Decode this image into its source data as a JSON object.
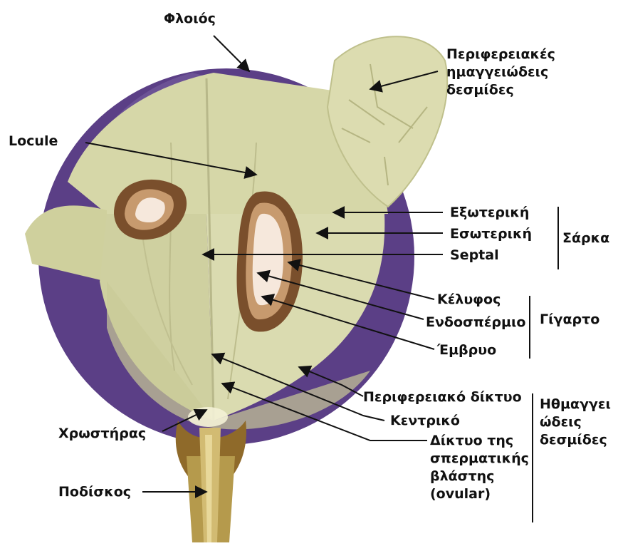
{
  "diagram": {
    "colors": {
      "skin": "#5b3f86",
      "flesh": "#d8d8a8",
      "seed_coat": "#7a4f2c",
      "endosperm": "#f6e8dc",
      "stem": "#b59a4c",
      "line": "#111111"
    },
    "labels": {
      "skin": "Φλοιός",
      "peripheral_bundles": [
        "Περιφερειακές",
        "ημαγγειώδεις",
        "δεσμίδες"
      ],
      "locule": "Locule",
      "outer": "Εξωτερική",
      "inner": "Εσωτερική",
      "septal": "Septal",
      "flesh_group": "Σάρκα",
      "seed_coat": "Κέλυφος",
      "endosperm": "Ενδοσπέρμιο",
      "embryo": "Έμβρυο",
      "seed_group": "Γίγαρτο",
      "peripheral_net": "Περιφερειακό δίκτυο",
      "central": "Κεντρικό",
      "ovular": [
        "Δίκτυο της",
        "σπερματικής",
        "βλάστης",
        "(ovular)"
      ],
      "vascular_group": [
        "Ηθμαγγει",
        "ώδεις",
        "δεσμίδες"
      ],
      "brush": "Χρωστήρας",
      "pedicel": "Ποδίσκος"
    }
  }
}
